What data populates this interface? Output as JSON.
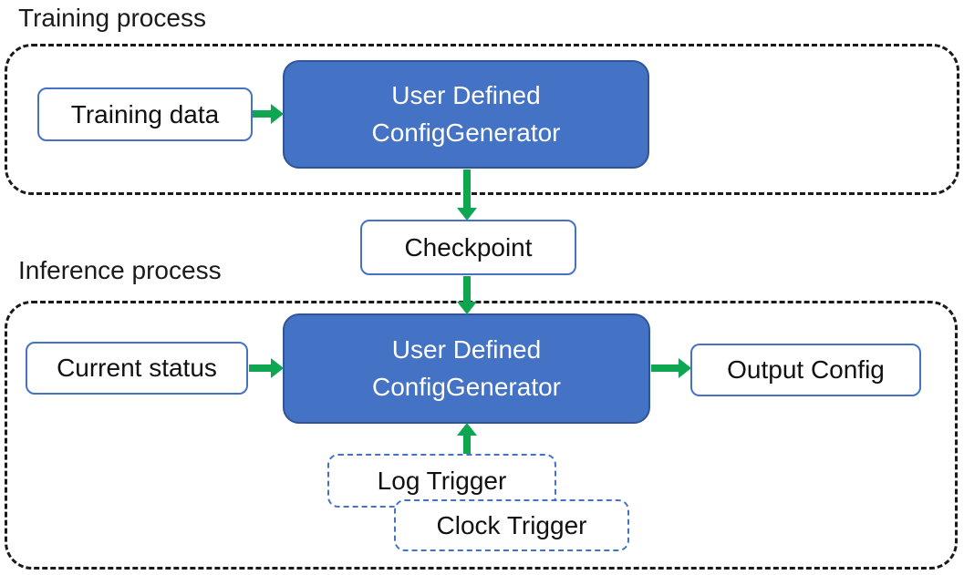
{
  "colors": {
    "accent_blue": "#4472C4",
    "accent_blue_dark": "#2F5597",
    "arrow_green": "#0EA651",
    "dash_black": "#1a1a1a"
  },
  "sections": {
    "training": {
      "label": "Training process",
      "input_box": "Training data",
      "generator_box": {
        "line1": "User Defined",
        "line2": "ConfigGenerator"
      }
    },
    "checkpoint": {
      "label": "Checkpoint"
    },
    "inference": {
      "label": "Inference process",
      "input_box": "Current status",
      "generator_box": {
        "line1": "User Defined",
        "line2": "ConfigGenerator"
      },
      "output_box": "Output Config",
      "triggers": [
        "Log Trigger",
        "Clock Trigger"
      ]
    }
  }
}
